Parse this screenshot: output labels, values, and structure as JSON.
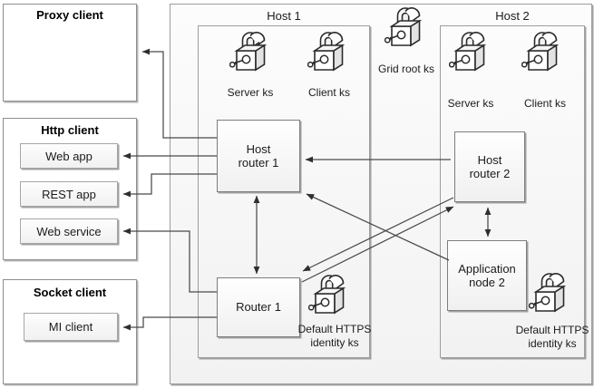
{
  "diagram": {
    "title_hidden": "",
    "clients": [
      {
        "name": "proxy-client",
        "label": "Proxy client",
        "children": []
      },
      {
        "name": "http-client",
        "label": "Http client",
        "children": [
          {
            "name": "web-app",
            "label": "Web app"
          },
          {
            "name": "rest-app",
            "label": "REST app"
          },
          {
            "name": "web-service",
            "label": "Web service"
          }
        ]
      },
      {
        "name": "socket-client",
        "label": "Socket client",
        "children": [
          {
            "name": "mi-client",
            "label": "MI client"
          }
        ]
      }
    ],
    "hosts": [
      {
        "name": "host-1",
        "label": "Host 1",
        "keystores": [
          {
            "name": "host1-server-ks",
            "label": "Server ks"
          },
          {
            "name": "host1-client-ks",
            "label": "Client ks"
          }
        ],
        "nodes": [
          {
            "name": "host-router-1",
            "label": "Host\nrouter 1"
          },
          {
            "name": "router-1",
            "label": "Router 1"
          }
        ],
        "identity_ks": {
          "name": "host1-default-https-identity-ks",
          "label": "Default HTTPS\nidentity ks"
        }
      },
      {
        "name": "host-2",
        "label": "Host 2",
        "keystores": [
          {
            "name": "host2-server-ks",
            "label": "Server ks"
          },
          {
            "name": "host2-client-ks",
            "label": "Client ks"
          }
        ],
        "nodes": [
          {
            "name": "host-router-2",
            "label": "Host\nrouter 2"
          },
          {
            "name": "application-node-2",
            "label": "Application\nnode 2"
          }
        ],
        "identity_ks": {
          "name": "host2-default-https-identity-ks",
          "label": "Default HTTPS\nidentity ks"
        }
      }
    ],
    "grid_keystore": {
      "name": "grid-root-ks",
      "label": "Grid root ks"
    },
    "icons": {
      "keystore": "padlock-with-key-icon"
    },
    "colors": {
      "line": "#3f3f3f",
      "box_border": "#8f8f8f",
      "panel_fill": "#f4f4f4",
      "text": "#1b1b1b"
    }
  }
}
